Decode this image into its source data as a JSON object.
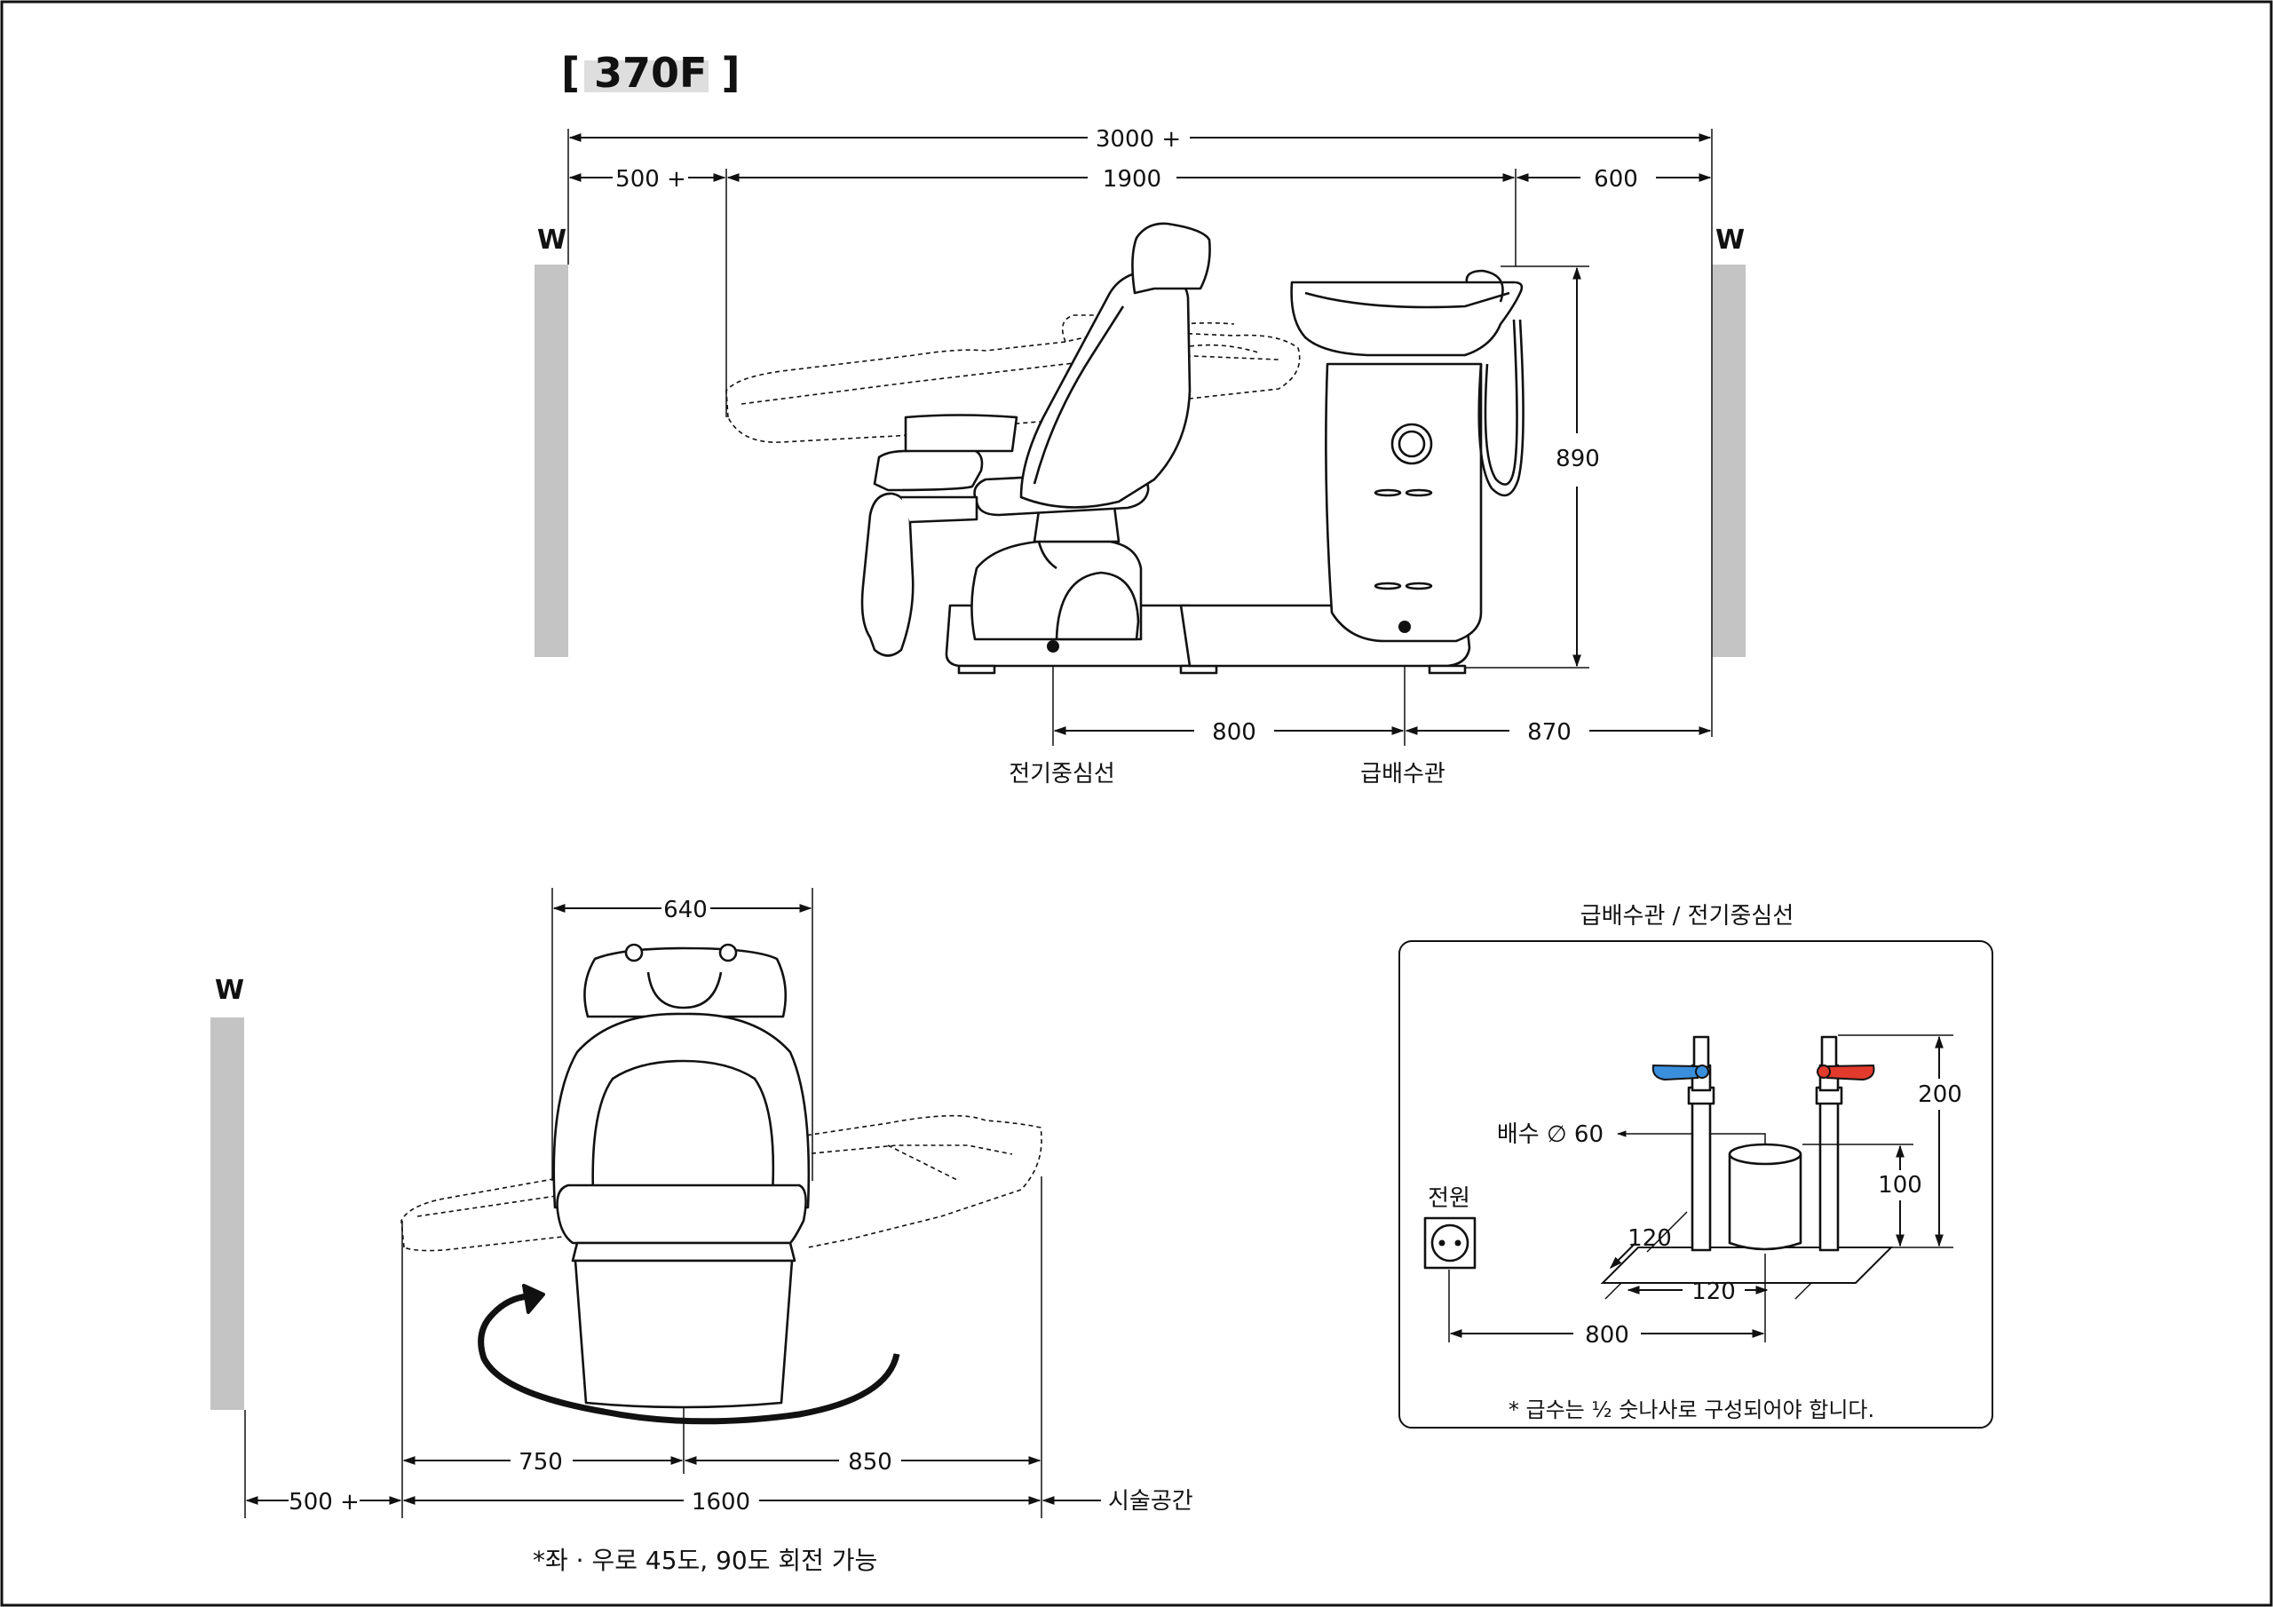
{
  "title": "[ 370F ]",
  "wall_label": "W",
  "colors": {
    "wall": "#c4c4c4",
    "cold_valve": "#3a8fdc",
    "hot_valve": "#e23a2c",
    "line": "#111111"
  },
  "side_view": {
    "dim_total": "3000 +",
    "dim_left": "500 +",
    "dim_middle": "1900",
    "dim_right": "600",
    "dim_height": "890",
    "dim_800": "800",
    "dim_870": "870",
    "label_electric": "전기중심선",
    "label_water": "급배수관"
  },
  "top_view": {
    "dim_width": "640",
    "dim_750": "750",
    "dim_850": "850",
    "dim_500": "500 +",
    "dim_1600": "1600",
    "label_space": "시술공간",
    "note_rotation": "*좌 · 우로 45도, 90도 회전 가능"
  },
  "detail": {
    "title": "급배수관 / 전기중심선",
    "drain_label": "배수 ∅ 60",
    "power_label": "전원",
    "dim_200": "200",
    "dim_100": "100",
    "dim_120a": "120",
    "dim_120b": "120",
    "dim_800": "800",
    "note": "* 급수는 ½ 숫나사로 구성되어야 합니다."
  }
}
